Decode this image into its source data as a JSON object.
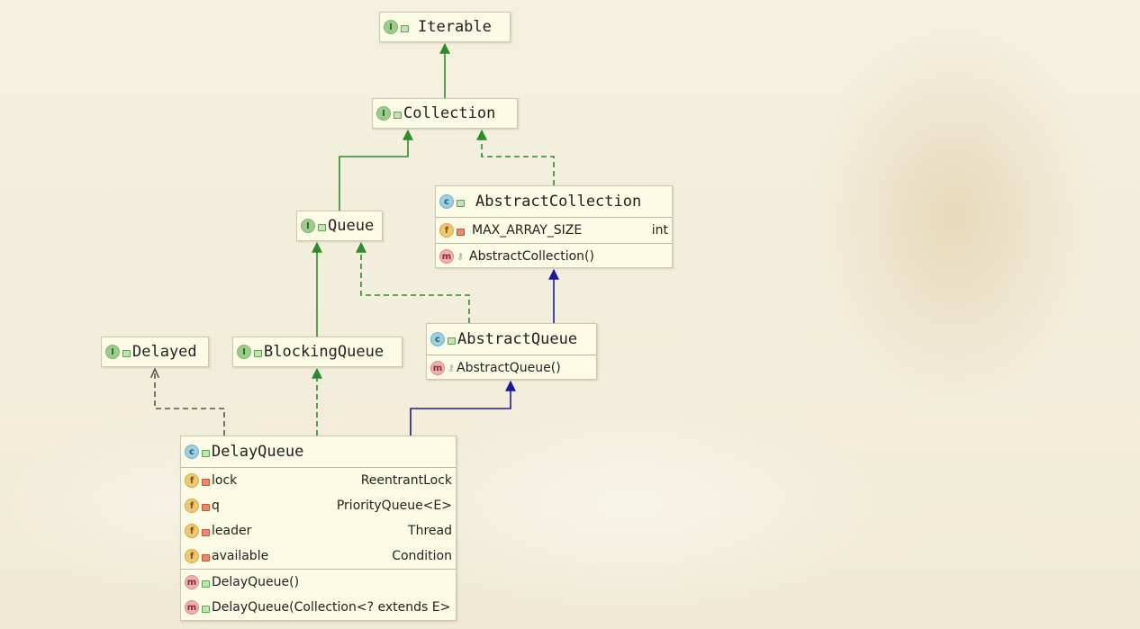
{
  "nodes": {
    "iterable": {
      "title": "Iterable",
      "kind": "I"
    },
    "collection": {
      "title": "Collection",
      "kind": "I"
    },
    "abstract_collection": {
      "title": "AbstractCollection",
      "kind": "C",
      "fields": [
        {
          "name": "MAX_ARRAY_SIZE",
          "type": "int",
          "icon": "f",
          "visibility": "private"
        }
      ],
      "methods": [
        {
          "name": "AbstractCollection()",
          "icon": "m",
          "visibility": "protected"
        }
      ]
    },
    "queue": {
      "title": "Queue",
      "kind": "I"
    },
    "abstract_queue": {
      "title": "AbstractQueue",
      "kind": "C",
      "methods": [
        {
          "name": "AbstractQueue()",
          "icon": "m",
          "visibility": "protected"
        }
      ]
    },
    "delayed": {
      "title": "Delayed",
      "kind": "I"
    },
    "blocking_queue": {
      "title": "BlockingQueue",
      "kind": "I"
    },
    "delay_queue": {
      "title": "DelayQueue",
      "kind": "C",
      "fields": [
        {
          "name": "lock",
          "type": "ReentrantLock",
          "icon": "f",
          "visibility": "private"
        },
        {
          "name": "q",
          "type": "PriorityQueue<E>",
          "icon": "f",
          "visibility": "private"
        },
        {
          "name": "leader",
          "type": "Thread",
          "icon": "f",
          "visibility": "private"
        },
        {
          "name": "available",
          "type": "Condition",
          "icon": "f",
          "visibility": "private"
        }
      ],
      "methods": [
        {
          "name": "DelayQueue()",
          "icon": "m",
          "visibility": "public"
        },
        {
          "name": "DelayQueue(Collection<? extends E>",
          "icon": "m",
          "visibility": "public"
        }
      ]
    }
  },
  "edges": [
    {
      "from": "collection",
      "to": "iterable",
      "relation": "extends",
      "style": "solid",
      "color": "#2a8c2a"
    },
    {
      "from": "queue",
      "to": "collection",
      "relation": "extends",
      "style": "solid",
      "color": "#2a8c2a"
    },
    {
      "from": "abstract_collection",
      "to": "collection",
      "relation": "implements",
      "style": "dashed",
      "color": "#2a8c2a"
    },
    {
      "from": "blocking_queue",
      "to": "queue",
      "relation": "extends",
      "style": "solid",
      "color": "#2a8c2a"
    },
    {
      "from": "abstract_queue",
      "to": "queue",
      "relation": "implements",
      "style": "dashed",
      "color": "#2a8c2a"
    },
    {
      "from": "abstract_queue",
      "to": "abstract_collection",
      "relation": "extends",
      "style": "solid",
      "color": "#1a1a99"
    },
    {
      "from": "delay_queue",
      "to": "abstract_queue",
      "relation": "extends",
      "style": "solid",
      "color": "#1a1a99"
    },
    {
      "from": "delay_queue",
      "to": "blocking_queue",
      "relation": "implements",
      "style": "dashed",
      "color": "#2a8c2a"
    },
    {
      "from": "delay_queue",
      "to": "delayed",
      "relation": "depends",
      "style": "dashed",
      "color": "#555555"
    }
  ],
  "icons": {
    "interface": "interface-badge-icon",
    "class": "class-badge-icon",
    "field": "field-badge-icon",
    "method": "method-badge-icon",
    "public": "unlocked-visibility-icon",
    "private": "lock-visibility-icon",
    "protected": "key-visibility-icon"
  }
}
